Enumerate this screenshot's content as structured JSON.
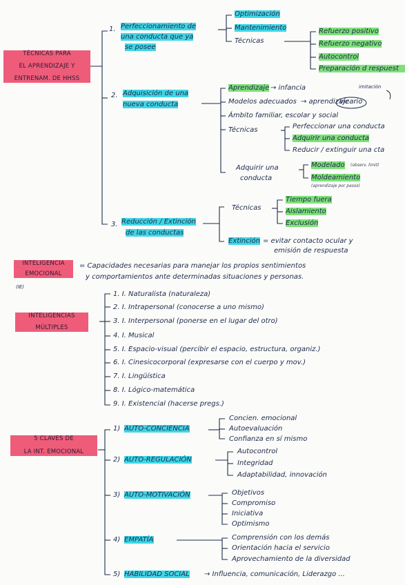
{
  "colors": {
    "red": "#ef5c7a",
    "cyan": "#3fd6e6",
    "green": "#7fe07a",
    "ink": "#1c2a4a"
  },
  "s1": {
    "title1": "TÉCNICAS PARA",
    "title2": "EL APRENDIZAJE Y",
    "title3": "ENTRENAM. DE HHSS",
    "b1": {
      "num": "1.",
      "l1": "Perfeccionamiento de",
      "l2": "una conducta que ya",
      "l3": "se posee",
      "i1": "Optimización",
      "i2": "Mantenimiento",
      "i3": "Técnicas",
      "t1": "Refuerzo positivo",
      "t2": "Refuerzo negativo",
      "t3": "Autocontrol",
      "t4": "Preparación d respuest"
    },
    "b2": {
      "num": "2.",
      "l1": "Adquisición de una",
      "l2": "nueva conducta",
      "i1": "Aprendizaje",
      "i1b": "→ infancia",
      "imit": "imitación",
      "i2": "Modelos adecuados",
      "i2b": "→ aprendizaje",
      "vic": "vicario",
      "i3": "Ámbito familiar, escolar y social",
      "i4": "Técnicas",
      "t1": "Perfeccionar una conducta",
      "t2": "Adquirir una conducta",
      "t3": "Reducir / extinguir una cta",
      "i5a": "Adquirir una",
      "i5b": "conducta",
      "m1": "Modelado",
      "m1n": "(observ. limit)",
      "m2": "Moldeamiento",
      "m2n": "(aprendizaje por pasos)"
    },
    "b3": {
      "num": "3.",
      "l1": "Reducción / Extinción",
      "l2": "de las conductas",
      "i1": "Técnicas",
      "t1": "Tiempo fuera",
      "t2": "Aislamiento",
      "t3": "Exclusión",
      "i2": "Extinción",
      "i2b": "= evitar contacto ocular y",
      "i2c": "emisión de respuesta"
    }
  },
  "s2": {
    "t1": "INTELIGENCIA",
    "t2": "EMOCIONAL",
    "abbr": "(IE)",
    "d1": "= Capacidades necesarias para manejar los propios sentimientos",
    "d2": "y comportamientos ante determinadas situaciones y personas."
  },
  "s3": {
    "t1": "INTELIGENCIAS",
    "t2": "MÚLTIPLES",
    "items": [
      "1. I. Naturalista (naturaleza)",
      "2. I. Intrapersonal (conocerse a uno mismo)",
      "3. I. Interpersonal (ponerse en el lugar del otro)",
      "4. I. Musical",
      "5. I. Espacio-visual (percibir el espacio, estructura, organiz.)",
      "6. I. Cinesicocorporal (expresarse con el cuerpo y mov.)",
      "7. I. Lingüística",
      "8. I. Lógico-matemática",
      "9. I. Existencial (hacerse pregs.)"
    ]
  },
  "s4": {
    "t1": "5 CLAVES DE",
    "t2": "LA INT. EMOCIONAL",
    "k1": {
      "num": "1)",
      "label": "AUTO-CONCIENCIA",
      "subs": [
        "Concien. emocional",
        "Autoevaluación",
        "Confianza en sí mismo"
      ]
    },
    "k2": {
      "num": "2)",
      "label": "AUTO-REGULACIÓN",
      "subs": [
        "Autocontrol",
        "Integridad",
        "Adaptabilidad, innovación"
      ]
    },
    "k3": {
      "num": "3)",
      "label": "AUTO-MOTIVACIÓN",
      "subs": [
        "Objetivos",
        "Compromiso",
        "Iniciativa",
        "Optimismo"
      ]
    },
    "k4": {
      "num": "4)",
      "label": "EMPATÍA",
      "subs": [
        "Comprensión con los demás",
        "Orientación hacia el servicio",
        "Aprovechamiento de la diversidad"
      ]
    },
    "k5": {
      "num": "5)",
      "label": "HABILIDAD SOCIAL",
      "tail": "→ Influencia, comunicación, Liderazgo ..."
    }
  }
}
